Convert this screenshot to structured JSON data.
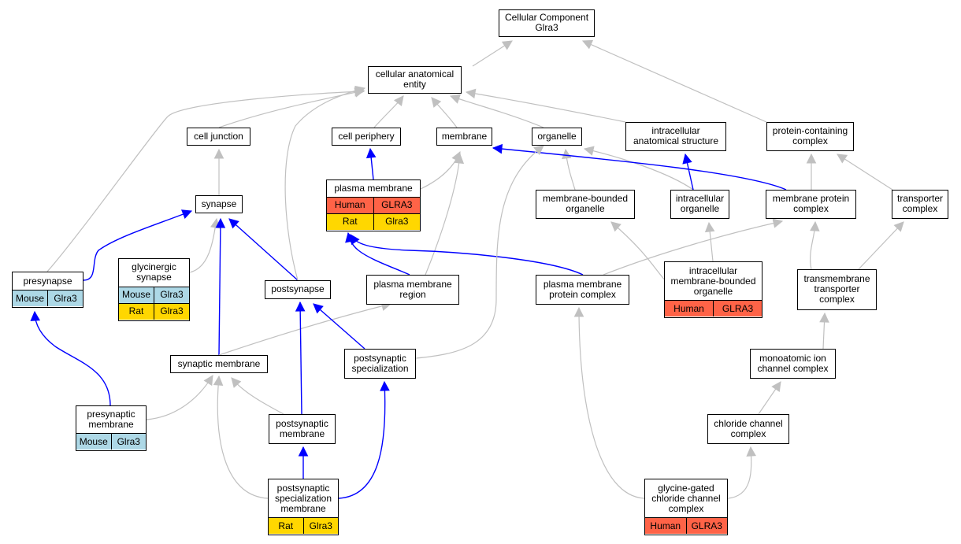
{
  "nodes": {
    "cc_glra3": {
      "label": "Cellular Component\nGlra3",
      "annotations": []
    },
    "cae": {
      "label": "cellular anatomical\nentity",
      "annotations": []
    },
    "cell_junction": {
      "label": "cell junction",
      "annotations": []
    },
    "cell_periphery": {
      "label": "cell periphery",
      "annotations": []
    },
    "membrane": {
      "label": "membrane",
      "annotations": []
    },
    "organelle": {
      "label": "organelle",
      "annotations": []
    },
    "ias": {
      "label": "intracellular\nanatomical structure",
      "annotations": []
    },
    "pcc": {
      "label": "protein-containing\ncomplex",
      "annotations": []
    },
    "synapse": {
      "label": "synapse",
      "annotations": []
    },
    "plasma_membrane": {
      "label": "plasma membrane",
      "annotations": [
        {
          "species": "Human",
          "gene": "GLRA3",
          "color": "#ff6347"
        },
        {
          "species": "Rat",
          "gene": "Glra3",
          "color": "#ffd700"
        }
      ]
    },
    "mbo": {
      "label": "membrane-bounded\norganelle",
      "annotations": []
    },
    "intracellular_organelle": {
      "label": "intracellular\norganelle",
      "annotations": []
    },
    "mpc": {
      "label": "membrane protein\ncomplex",
      "annotations": []
    },
    "transporter_complex": {
      "label": "transporter\ncomplex",
      "annotations": []
    },
    "presynapse": {
      "label": "presynapse",
      "annotations": [
        {
          "species": "Mouse",
          "gene": "Glra3",
          "color": "#add8e6"
        }
      ]
    },
    "glycinergic_synapse": {
      "label": "glycinergic\nsynapse",
      "annotations": [
        {
          "species": "Mouse",
          "gene": "Glra3",
          "color": "#add8e6"
        },
        {
          "species": "Rat",
          "gene": "Glra3",
          "color": "#ffd700"
        }
      ]
    },
    "postsynapse": {
      "label": "postsynapse",
      "annotations": []
    },
    "pmr": {
      "label": "plasma membrane\nregion",
      "annotations": []
    },
    "pmpc": {
      "label": "plasma membrane\nprotein complex",
      "annotations": []
    },
    "imbo": {
      "label": "intracellular\nmembrane-bounded\norganelle",
      "annotations": [
        {
          "species": "Human",
          "gene": "GLRA3",
          "color": "#ff6347"
        }
      ]
    },
    "ttc": {
      "label": "transmembrane\ntransporter\ncomplex",
      "annotations": []
    },
    "synaptic_membrane": {
      "label": "synaptic membrane",
      "annotations": []
    },
    "psd": {
      "label": "postsynaptic\nspecialization",
      "annotations": []
    },
    "mic": {
      "label": "monoatomic ion\nchannel complex",
      "annotations": []
    },
    "presyn_membrane": {
      "label": "presynaptic\nmembrane",
      "annotations": [
        {
          "species": "Mouse",
          "gene": "Glra3",
          "color": "#add8e6"
        }
      ]
    },
    "postsyn_membrane": {
      "label": "postsynaptic\nmembrane",
      "annotations": []
    },
    "ccc": {
      "label": "chloride channel\ncomplex",
      "annotations": []
    },
    "psm": {
      "label": "postsynaptic\nspecialization\nmembrane",
      "annotations": [
        {
          "species": "Rat",
          "gene": "Glra3",
          "color": "#ffd700"
        }
      ]
    },
    "gccc": {
      "label": "glycine-gated\nchloride channel\ncomplex",
      "annotations": [
        {
          "species": "Human",
          "gene": "GLRA3",
          "color": "#ff6347"
        }
      ]
    }
  },
  "edge_colors": {
    "is_a": "#c0c0c0",
    "part_of": "#0000ff"
  }
}
